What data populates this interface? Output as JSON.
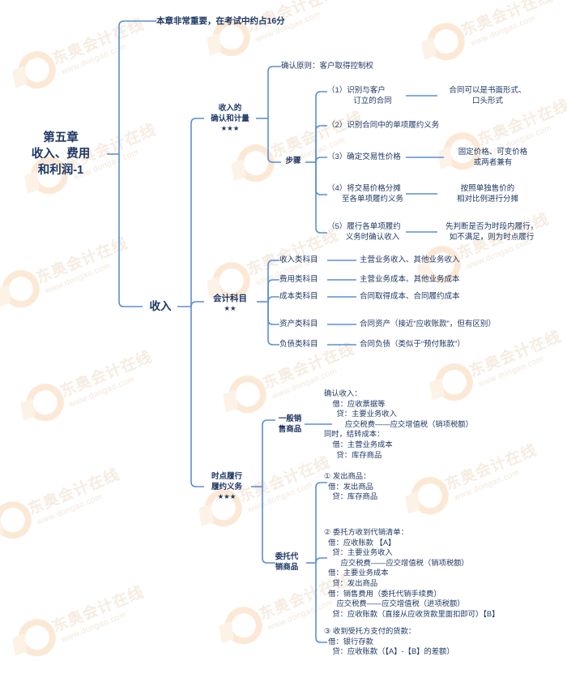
{
  "watermark": {
    "brand": "东奥会计在线",
    "url": "www.dongao.com"
  },
  "colors": {
    "line": "#5b8fd4",
    "text": "#1f3864",
    "watermark": "#f6ece1"
  },
  "root": {
    "line1": "第五章",
    "line2": "收入、费用",
    "line3": "和利润-1"
  },
  "top_note": "本章非常重要，在考试中约占16分",
  "branch_revenue": {
    "label": "收入"
  },
  "recognition": {
    "label_line1": "收入的",
    "label_line2": "确认和计量",
    "stars": "★★★",
    "principle": "确认原则：客户取得控制权",
    "steps_label": "步骤",
    "steps": [
      {
        "left_line1": "（1）识别与客户",
        "left_line2": "订立的合同",
        "right_line1": "合同可以是书面形式、",
        "right_line2": "口头形式",
        "has_connector": true
      },
      {
        "left_line1": "（2）识别合同中的单项履约义务",
        "left_line2": "",
        "right_line1": "",
        "right_line2": "",
        "has_connector": false
      },
      {
        "left_line1": "（3）确定交易性价格",
        "left_line2": "",
        "right_line1": "固定价格、可变价格",
        "right_line2": "或两者兼有",
        "has_connector": true
      },
      {
        "left_line1": "（4）将交易价格分摊",
        "left_line2": "至各单项履约义务",
        "right_line1": "按照单独售价的",
        "right_line2": "相对比例进行分摊",
        "has_connector": true
      },
      {
        "left_line1": "（5）履行各单项履约",
        "left_line2": "义务时确认收入",
        "right_line1": "先判断是否为时段内履行，",
        "right_line2": "如不满足，则为时点履行",
        "has_connector": true
      }
    ]
  },
  "accounts": {
    "label": "会计科目",
    "stars": "★★",
    "rows": [
      {
        "name": "收入类科目",
        "detail": "主营业务收入、其他业务收入"
      },
      {
        "name": "费用类科目",
        "detail": "主营业务成本、其他业务成本"
      },
      {
        "name": "成本类科目",
        "detail": "合同取得成本、合同履约成本"
      },
      {
        "name": "资产类科目",
        "detail": "合同资产（接近“应收账款”，但有区别）"
      },
      {
        "name": "负债类科目",
        "detail": "合同负债（类似于“预付账款”）"
      }
    ]
  },
  "point_in_time": {
    "label_line1": "时点履行",
    "label_line2": "履约义务",
    "stars": "★★★",
    "general_sale": {
      "label_line1": "一般销",
      "label_line2": "售商品",
      "entry": "确认收入：\n    借：应收票据等\n      贷：主要业务收入\n          应交税费——应交增值税（销项税额）\n同时，结转成本：\n    借：主营业务成本\n      贷：库存商品"
    },
    "consignment": {
      "label_line1": "委托代",
      "label_line2": "销商品",
      "blocks": [
        {
          "text": "① 发出商品：\n  借：发出商品\n    贷：库存商品"
        },
        {
          "text": "② 委托方收到代销清单：\n  借：应收账款 【A】\n    贷：主要业务收入\n        应交税费——应交增值税（销项税额）\n  借：主要业务成本\n    贷：发出商品\n  借：销售费用（委托代销手续费）\n      应交税费——应交增值税（进项税额）\n    贷：应收账款（直接从应收货款里面扣即可）【B】"
        },
        {
          "text": "③ 收到受托方支付的货款：\n  借：银行存款\n    贷：应收账款（【A】-【B】的差额）"
        }
      ]
    }
  }
}
